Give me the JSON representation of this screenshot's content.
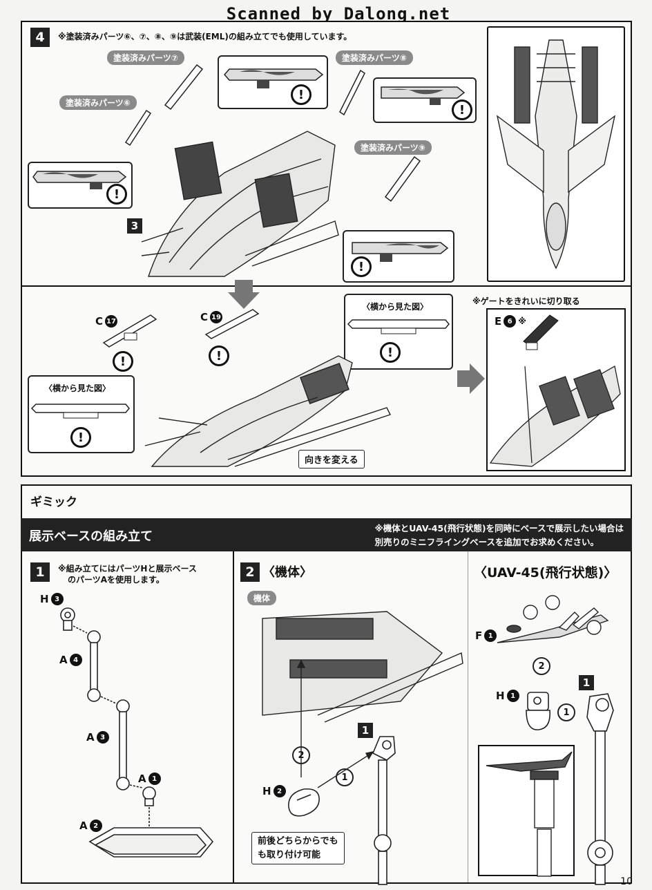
{
  "watermark": "Scanned by Dalong.net",
  "step4": {
    "number": "4",
    "note": "※塗装済みパーツ⑥、⑦、⑧、⑨は武装(EML)の組み立てでも使用しています。",
    "part_labels": [
      "塗装済みパーツ⑦",
      "塗装済みパーツ⑧",
      "塗装済みパーツ⑥",
      "塗装済みパーツ⑨"
    ],
    "prev_step": "3"
  },
  "step4b": {
    "part_c17_letter": "C",
    "part_c17_num": "17",
    "part_c19_letter": "C",
    "part_c19_num": "19",
    "side_view_label": "〈横から見た図〉",
    "turn_label": "向きを変える",
    "gate_note": "※ゲートをきれいに切り取る",
    "part_e6_letter": "E",
    "part_e6_num": "6",
    "part_e6_suffix": "※"
  },
  "gimmick": {
    "title": "ギミック",
    "bar_title": "展示ベースの組み立て",
    "bar_note_line1": "※機体とUAV-45(飛行状態)を同時にベースで展示したい場合は",
    "bar_note_line2": "別売りのミニフライングベースを追加でお求めください。"
  },
  "base_step1": {
    "number": "1",
    "note_line1": "※組み立てにはパーツHと展示ベース",
    "note_line2": "のパーツAを使用します。",
    "parts": [
      {
        "letter": "H",
        "num": "3"
      },
      {
        "letter": "A",
        "num": "4"
      },
      {
        "letter": "A",
        "num": "3"
      },
      {
        "letter": "A",
        "num": "1"
      },
      {
        "letter": "A",
        "num": "2"
      }
    ]
  },
  "base_step2": {
    "number": "2",
    "heading": "〈機体〉",
    "tag": "機体",
    "ref_step": "1",
    "part_h2_letter": "H",
    "part_h2_num": "2",
    "seq1": "1",
    "seq2": "2",
    "note_line1": "前後どちらからでも",
    "note_line2": "も取り付け可能"
  },
  "uav": {
    "heading": "〈UAV-45(飛行状態)〉",
    "part_f1_letter": "F",
    "part_f1_num": "1",
    "part_h1_letter": "H",
    "part_h1_num": "1",
    "ref_step": "1",
    "seq1": "1",
    "seq2": "2"
  },
  "page_number": "10"
}
